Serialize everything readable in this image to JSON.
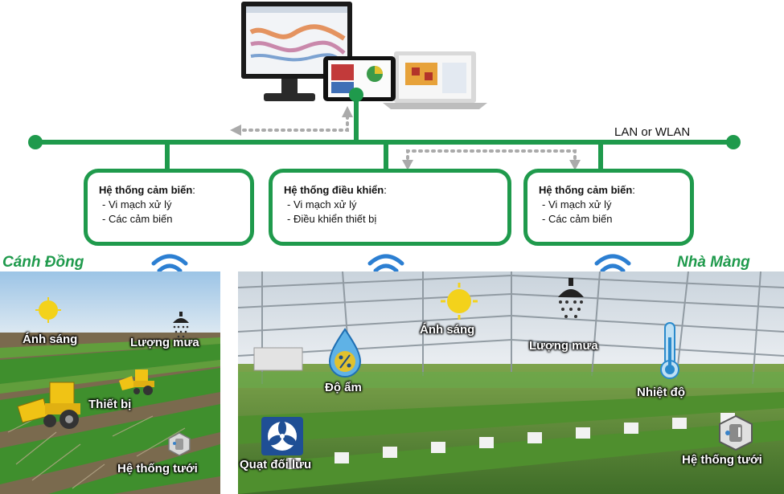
{
  "network": {
    "label": "LAN or WLAN",
    "color": "#1f9a4c"
  },
  "boxes": [
    {
      "title": "Hệ thống cảm biến",
      "lines": [
        "- Vi mạch xử lý",
        "- Các cảm biến"
      ]
    },
    {
      "title": "Hệ thống điều khiển",
      "lines": [
        "- Vi mạch xử lý",
        "- Điều khiển thiết bị"
      ]
    },
    {
      "title": "Hệ thống cảm biến",
      "lines": [
        "- Vi mạch xử lý",
        "- Các cảm biến"
      ]
    }
  ],
  "field": {
    "title": "Cánh Đồng",
    "labels": {
      "light": "Ánh sáng",
      "rain": "Lượng mưa",
      "device": "Thiết bị",
      "irrigation": "Hệ thống tưới"
    }
  },
  "greenhouse": {
    "title": "Nhà Màng",
    "labels": {
      "light": "Ánh sáng",
      "rain": "Lượng mưa",
      "humidity": "Độ ẩm",
      "temperature": "Nhiệt độ",
      "fan": "Quạt đối lưu",
      "irrigation": "Hệ thống tưới"
    }
  },
  "icons": {
    "monitor": "monitor-icon",
    "tablet": "tablet-icon",
    "laptop": "laptop-icon",
    "wifi": "wifi-icon",
    "sun": "sun-icon",
    "sprinkler": "shower-icon",
    "humidity": "humidity-drop-icon",
    "thermometer": "thermometer-icon",
    "fan": "fan-icon",
    "tractor": "tractor-icon",
    "irrigation": "irrigation-icon"
  }
}
